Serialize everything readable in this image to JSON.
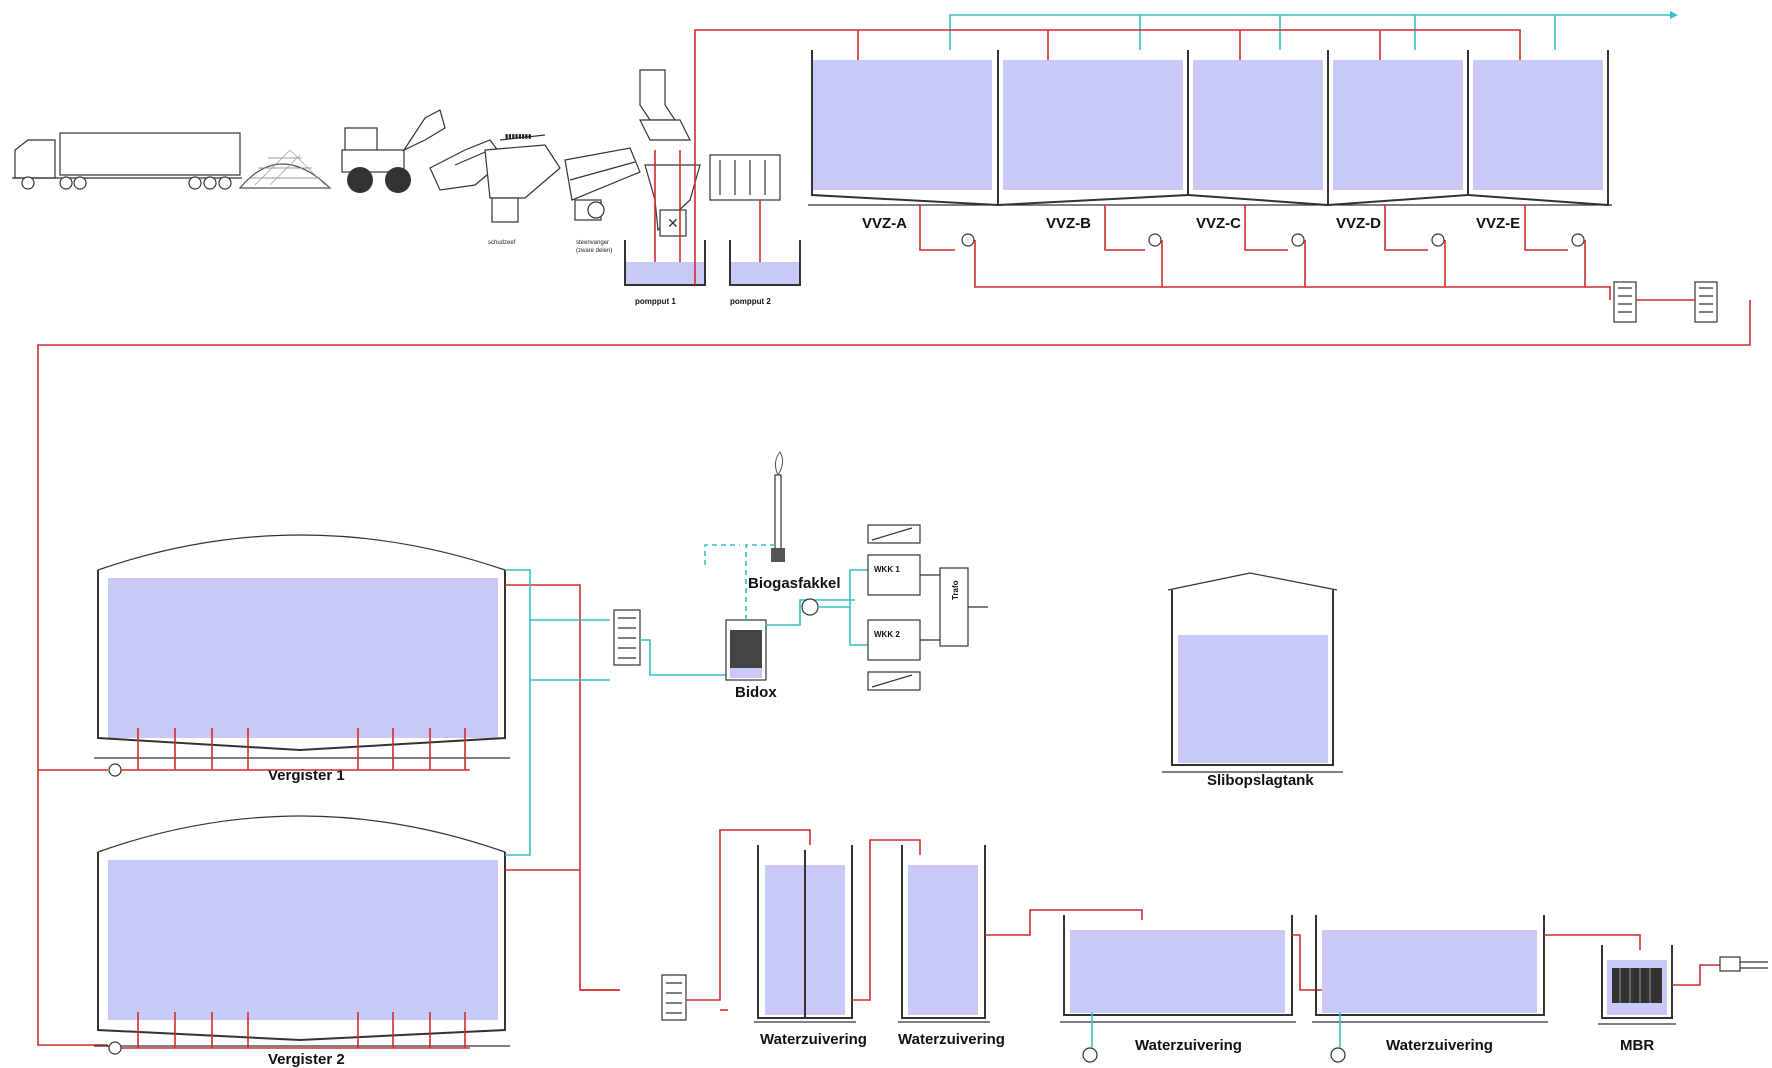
{
  "tanks": {
    "vvz": [
      "VVZ-A",
      "VVZ-B",
      "VVZ-C",
      "VVZ-D",
      "VVZ-E"
    ],
    "pompput_1": "pompput 1",
    "pompput_2": "pompput 2",
    "vergister_1": "Vergister 1",
    "vergister_2": "Vergister 2",
    "slibopslagtank": "Slibopslagtank",
    "waterzuivering": [
      "Waterzuivering",
      "Waterzuivering",
      "Waterzuivering",
      "Waterzuivering"
    ],
    "mbr": "MBR"
  },
  "gas": {
    "biogasfakkel": "Biogasfakkel",
    "bidox": "Bidox",
    "wkk_1": "WKK 1",
    "wkk_2": "WKK 2",
    "trafo": "Trafo"
  },
  "small_labels": {
    "schudzeef": "schudzeef",
    "steenvanger": "steenvanger",
    "steenvanger_sub": "(zware delen)"
  },
  "colors": {
    "liquid": "#c9c9f7",
    "process_line": "#d42a2a",
    "gas_line": "#35c0c8"
  }
}
